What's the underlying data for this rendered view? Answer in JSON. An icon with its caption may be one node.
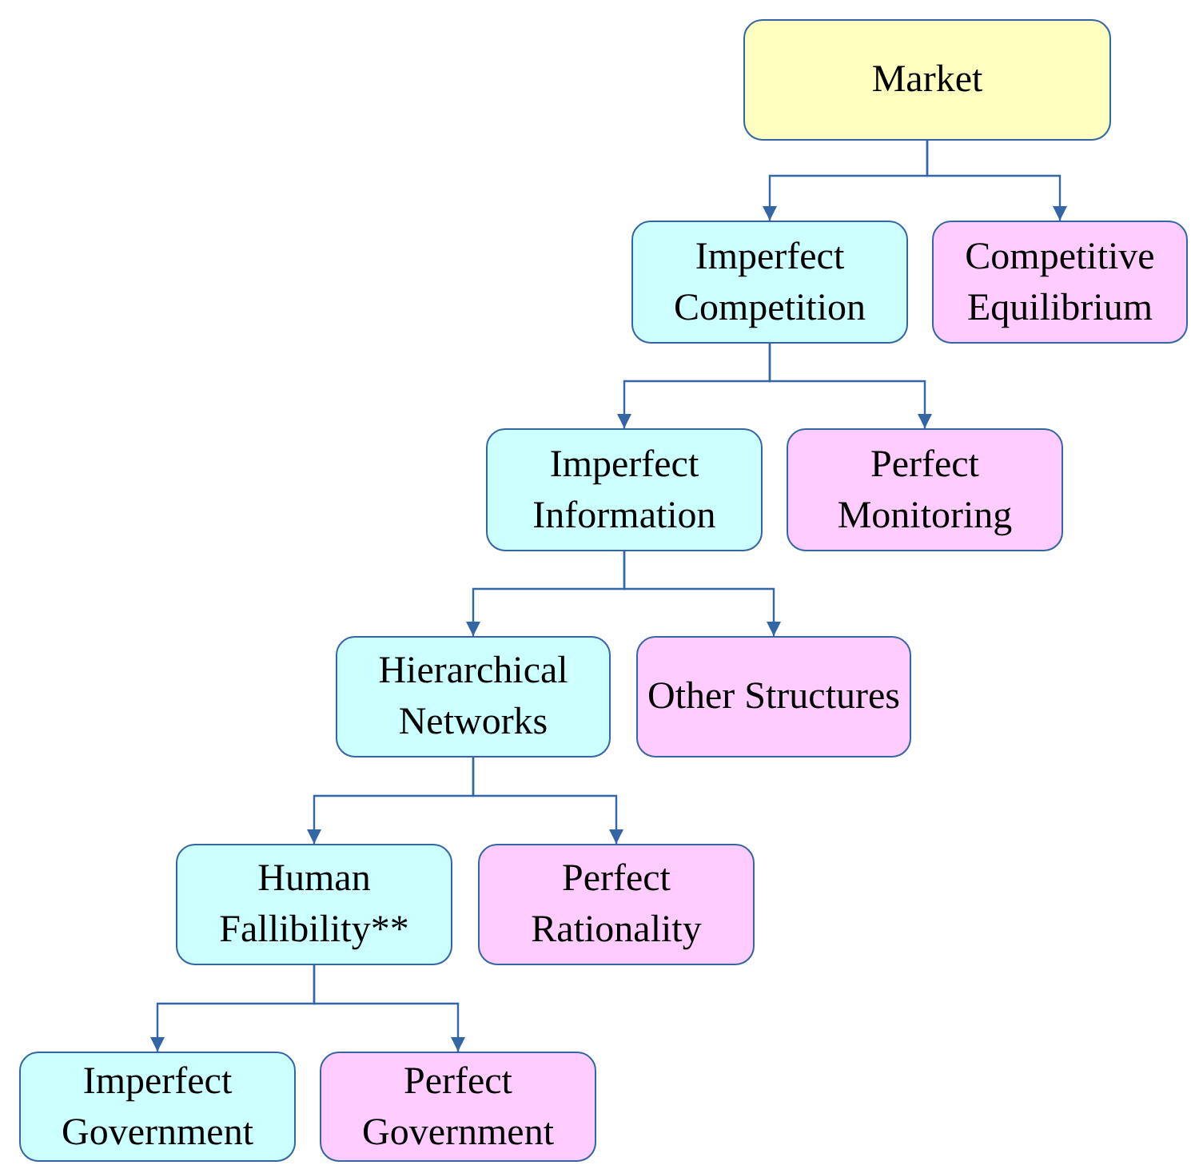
{
  "diagram": {
    "nodes": [
      {
        "text": [
          "Market"
        ]
      },
      {
        "text": [
          "Imperfect Competition"
        ]
      },
      {
        "text": [
          "Competitive Equilibrium"
        ]
      },
      {
        "text": [
          "Imperfect Information"
        ]
      },
      {
        "text": [
          "Perfect Monitoring"
        ]
      },
      {
        "text": [
          "Hierarchical Networks"
        ]
      },
      {
        "text": [
          "Other Structures"
        ]
      },
      {
        "text": [
          "Human Fallibility**"
        ]
      },
      {
        "text": [
          "Perfect Rationality"
        ]
      },
      {
        "text": [
          "Imperfect Government"
        ]
      },
      {
        "text": [
          "Perfect Government"
        ]
      }
    ],
    "edges": [
      {
        "from": 0,
        "to": 1,
        "arrow": "to"
      },
      {
        "from": 0,
        "to": 2,
        "arrow": "to"
      },
      {
        "from": 1,
        "to": 3,
        "arrow": "to"
      },
      {
        "from": 1,
        "to": 4,
        "arrow": "to"
      },
      {
        "from": 3,
        "to": 5,
        "arrow": "to"
      },
      {
        "from": 3,
        "to": 6,
        "arrow": "to"
      },
      {
        "from": 5,
        "to": 7,
        "arrow": "to"
      },
      {
        "from": 5,
        "to": 8,
        "arrow": "to"
      },
      {
        "from": 7,
        "to": 9,
        "arrow": "to"
      },
      {
        "from": 7,
        "to": 10,
        "arrow": "to"
      }
    ]
  }
}
